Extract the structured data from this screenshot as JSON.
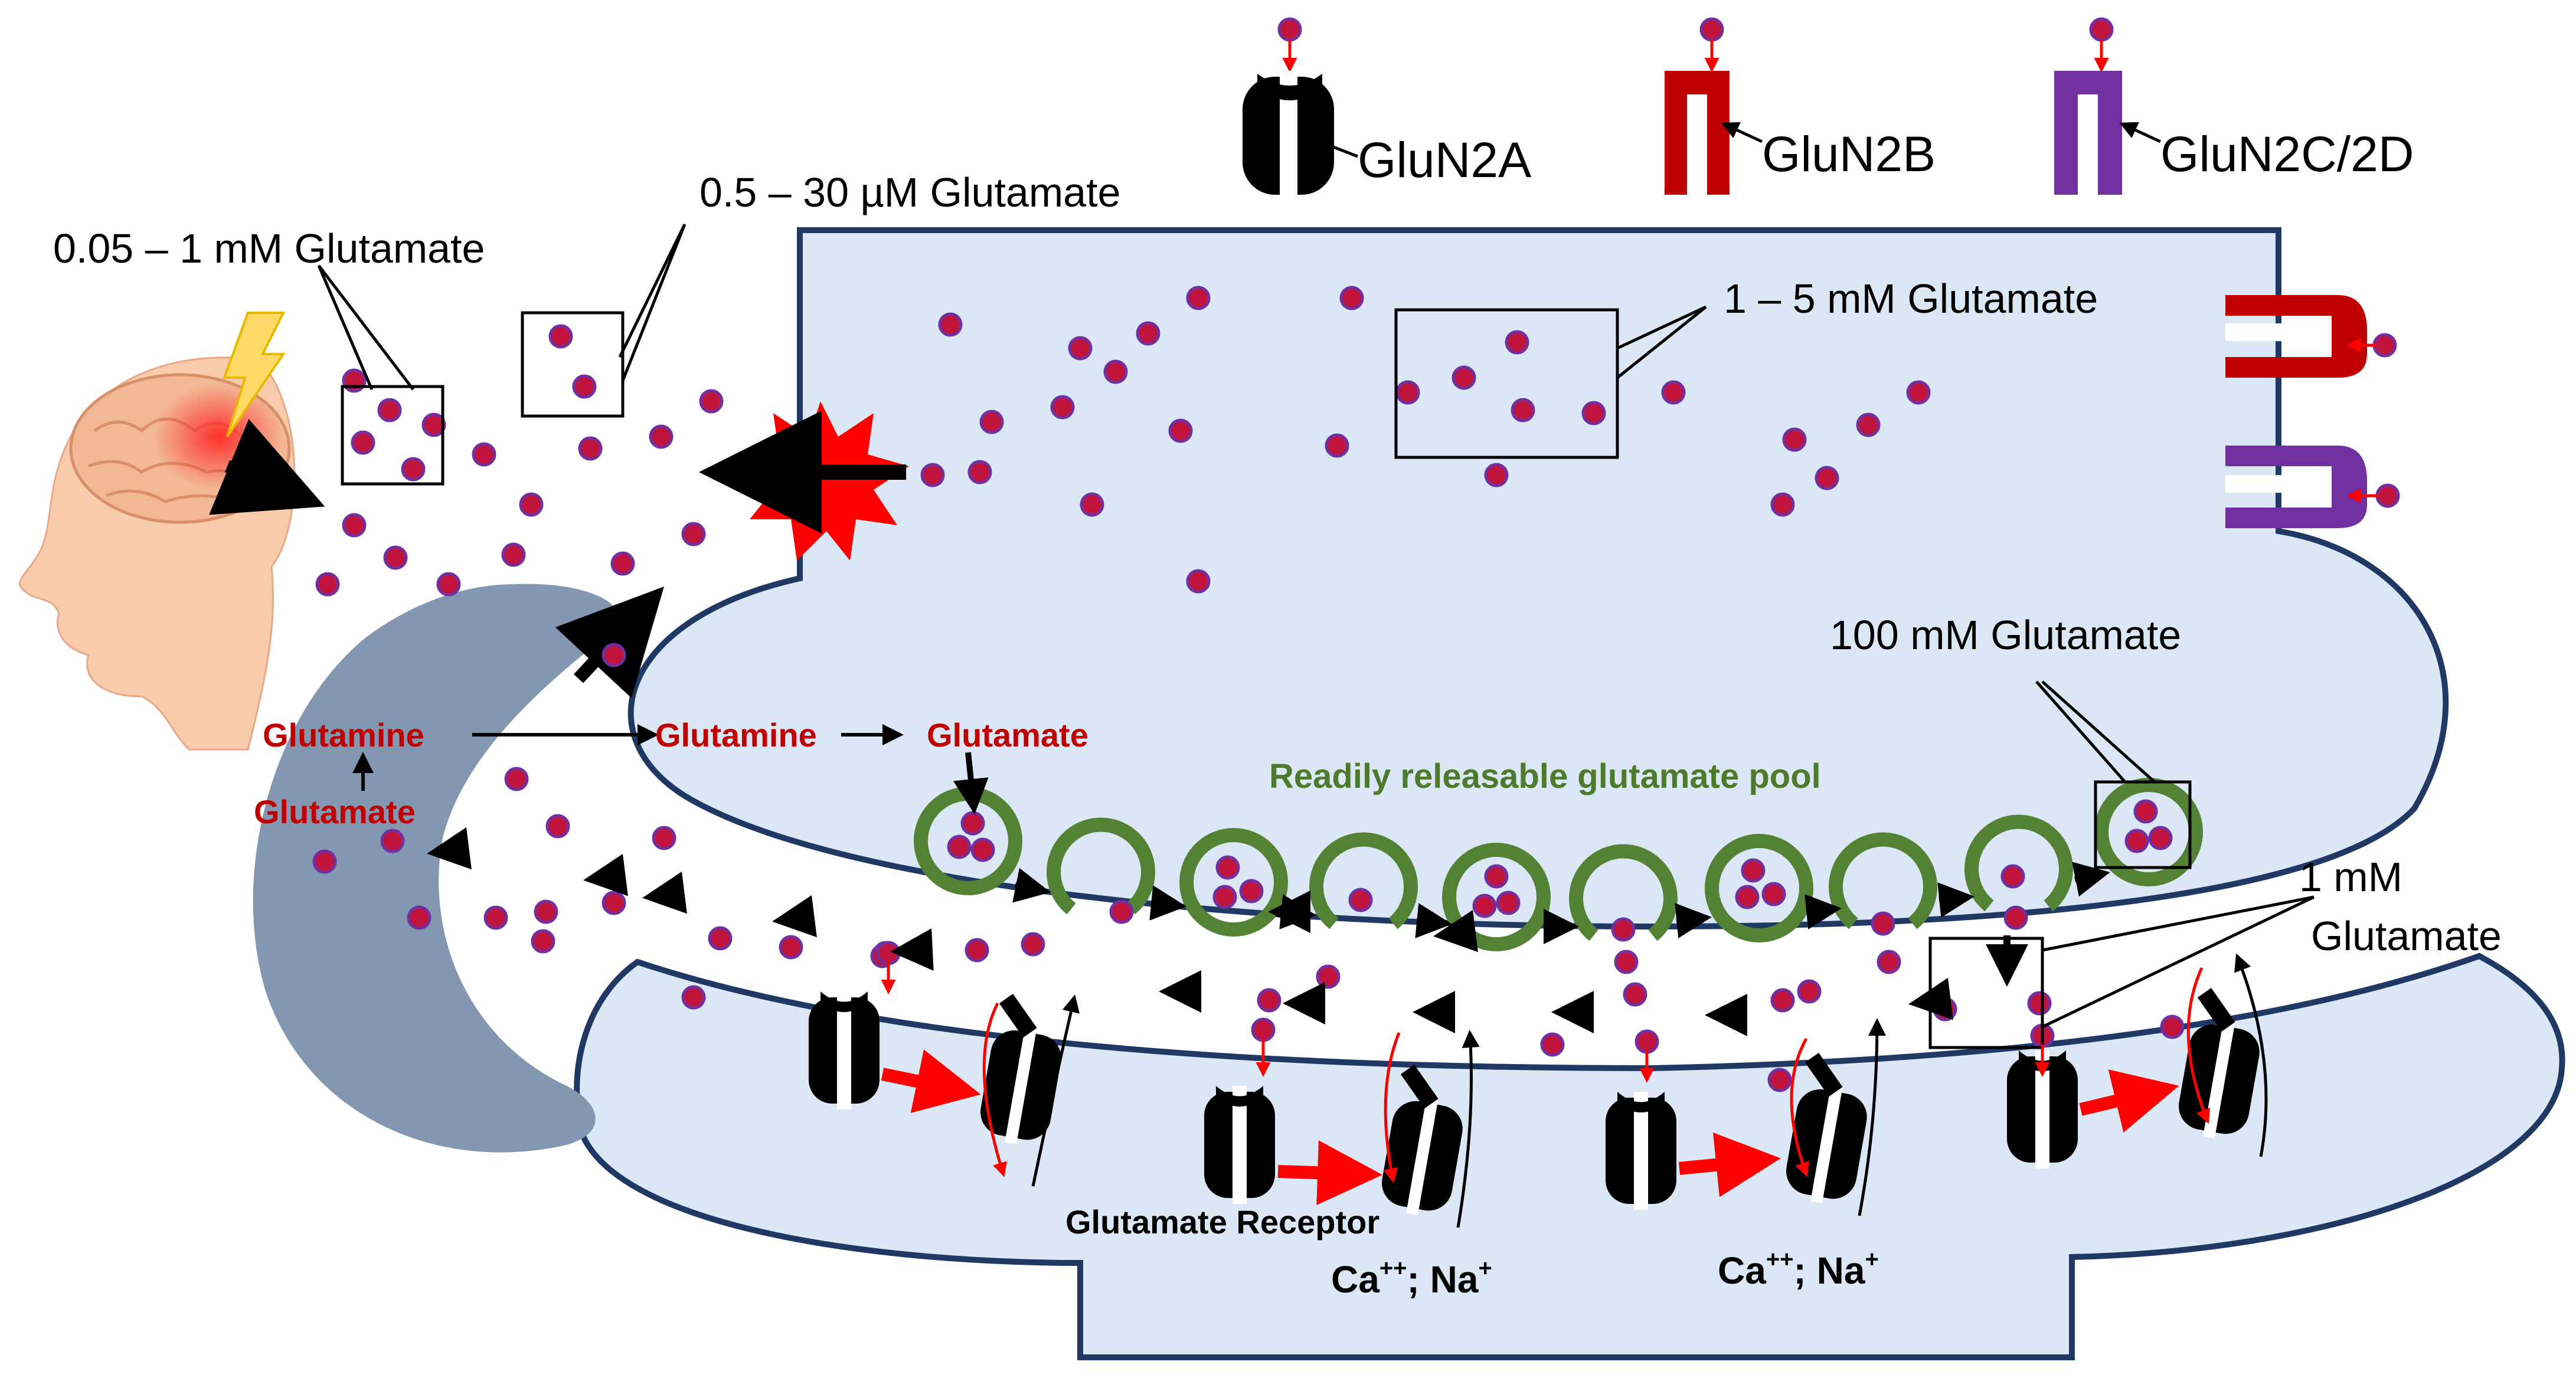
{
  "labels": {
    "extra_high": "0.05 – 1 mM Glutamate",
    "extra_mid": "0.5 – 30 µM Glutamate",
    "presyn_cyto": "1 – 5 mM Glutamate",
    "vesicle": "100 mM Glutamate",
    "cleft_line1": "1 mM",
    "cleft_line2": "Glutamate",
    "pool": "Readily releasable glutamate pool",
    "glutamine_glia": "Glutamine",
    "glutamate_glia": "Glutamate",
    "glutamine_neuron": "Glutamine",
    "glutamate_neuron": "Glutamate",
    "receptor": "Glutamate Receptor",
    "ion1": "Ca",
    "ion1_sup": "++",
    "ion1_sep": "; Na",
    "ion1_sup2": "+",
    "ion2": "Ca",
    "ion2_sup": "++",
    "ion2_sep": "; Na",
    "ion2_sup2": "+"
  },
  "legend": [
    {
      "name": "GluN2A",
      "color": "#000000"
    },
    {
      "name": "GluN2B",
      "color": "#c00000"
    },
    {
      "name": "GluN2C/2D",
      "color": "#7030a0"
    }
  ],
  "colors": {
    "neuron_fill": "#dbe7f4",
    "neuron_stroke": "#1f3864",
    "glia": "#8497b0",
    "vesicle": "#548235",
    "glutamate_dot": "#c0143c",
    "head": "#f8cbad",
    "burst": "#ff0000",
    "bolt": "#ffd966"
  },
  "icons": [
    "brain-head-icon",
    "lightning-icon",
    "burst-icon"
  ]
}
